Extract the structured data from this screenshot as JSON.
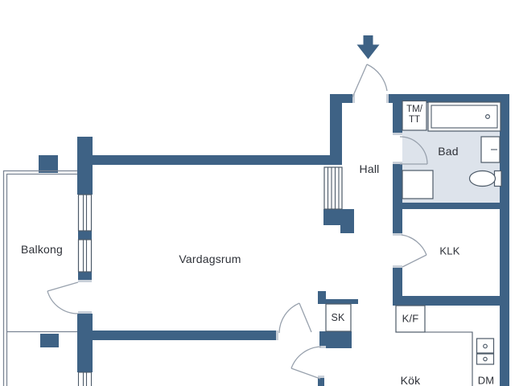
{
  "page": {
    "type": "apartment-floor-plan",
    "background": "#ffffff"
  },
  "rooms": {
    "balkong": "Balkong",
    "vardagsrum": "Vardagsrum",
    "hall": "Hall",
    "bad": "Bad",
    "klk": "KLK",
    "kok": "Kök"
  },
  "labels": {
    "tm_tt_line1": "TM/",
    "tm_tt_line2": "TT",
    "sk": "SK",
    "kf": "K/F",
    "dm": "DM"
  },
  "icons": {
    "entrance_arrow": "solid downward arrow marking the entrance door"
  },
  "colors": {
    "wall": "#3e6285",
    "bath_floor": "#dde3eb",
    "fixture_outline": "#4d5a68",
    "door_arc": "#98a1ad",
    "railing": "#7b8594",
    "hinge_cap": "#c9d0d9",
    "text": "#2e3138",
    "background": "#ffffff"
  }
}
